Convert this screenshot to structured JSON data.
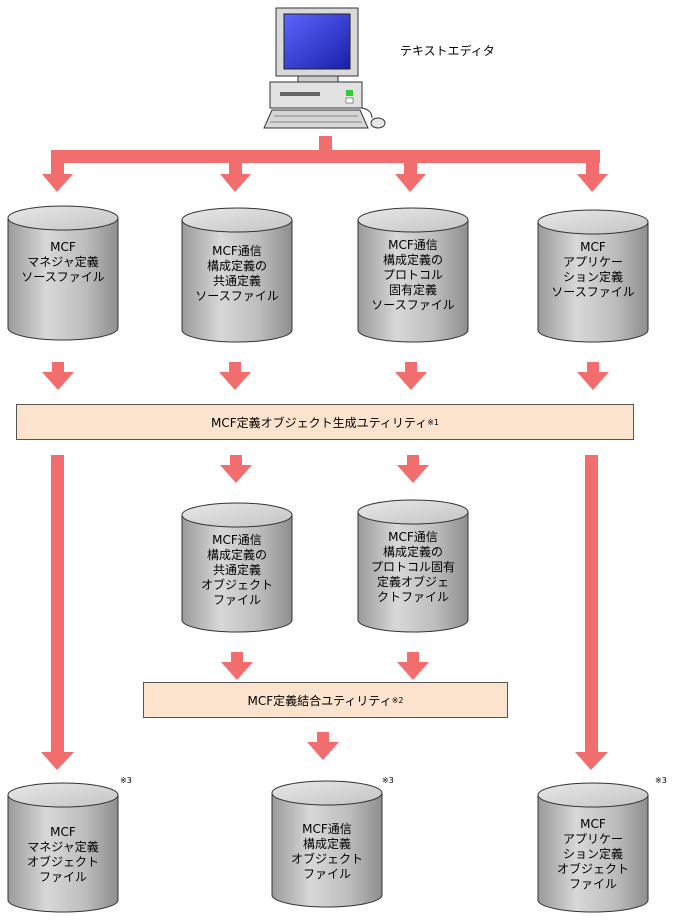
{
  "editor": {
    "label": "テキストエディタ",
    "icon": "computer-icon"
  },
  "colors": {
    "arrow": "#f26d6d",
    "util_bg": "#fbe3cd",
    "cyl_body": "#b9b9b9",
    "screen": "#2230c8"
  },
  "sources": [
    {
      "name": "mcf-manager-def-source",
      "text": "MCF\nマネジャ定義\nソースファイル"
    },
    {
      "name": "mcf-comm-common-def-source",
      "text": "MCF通信\n構成定義の\n共通定義\nソースファイル"
    },
    {
      "name": "mcf-comm-protocol-def-source",
      "text": "MCF通信\n構成定義の\nプロトコル\n固有定義\nソースファイル"
    },
    {
      "name": "mcf-application-def-source",
      "text": "MCF\nアプリケー\nション定義\nソースファイル"
    }
  ],
  "utility1": {
    "label": "MCF定義オブジェクト生成ユティリティ",
    "note": "※1"
  },
  "intermediates": [
    {
      "name": "mcf-comm-common-def-object",
      "text": "MCF通信\n構成定義の\n共通定義\nオブジェクト\nファイル"
    },
    {
      "name": "mcf-comm-protocol-def-object",
      "text": "MCF通信\n構成定義の\nプロトコル固有\n定義オブジェ\nクトファイル"
    }
  ],
  "utility2": {
    "label": "MCF定義結合ユティリティ",
    "note": "※2"
  },
  "outputs": [
    {
      "name": "mcf-manager-def-object",
      "text": "MCF\nマネジャ定義\nオブジェクト\nファイル",
      "note": "※3"
    },
    {
      "name": "mcf-comm-def-object",
      "text": "MCF通信\n構成定義\nオブジェクト\nファイル",
      "note": "※3"
    },
    {
      "name": "mcf-application-def-object",
      "text": "MCF\nアプリケー\nション定義\nオブジェクト\nファイル",
      "note": "※3"
    }
  ]
}
